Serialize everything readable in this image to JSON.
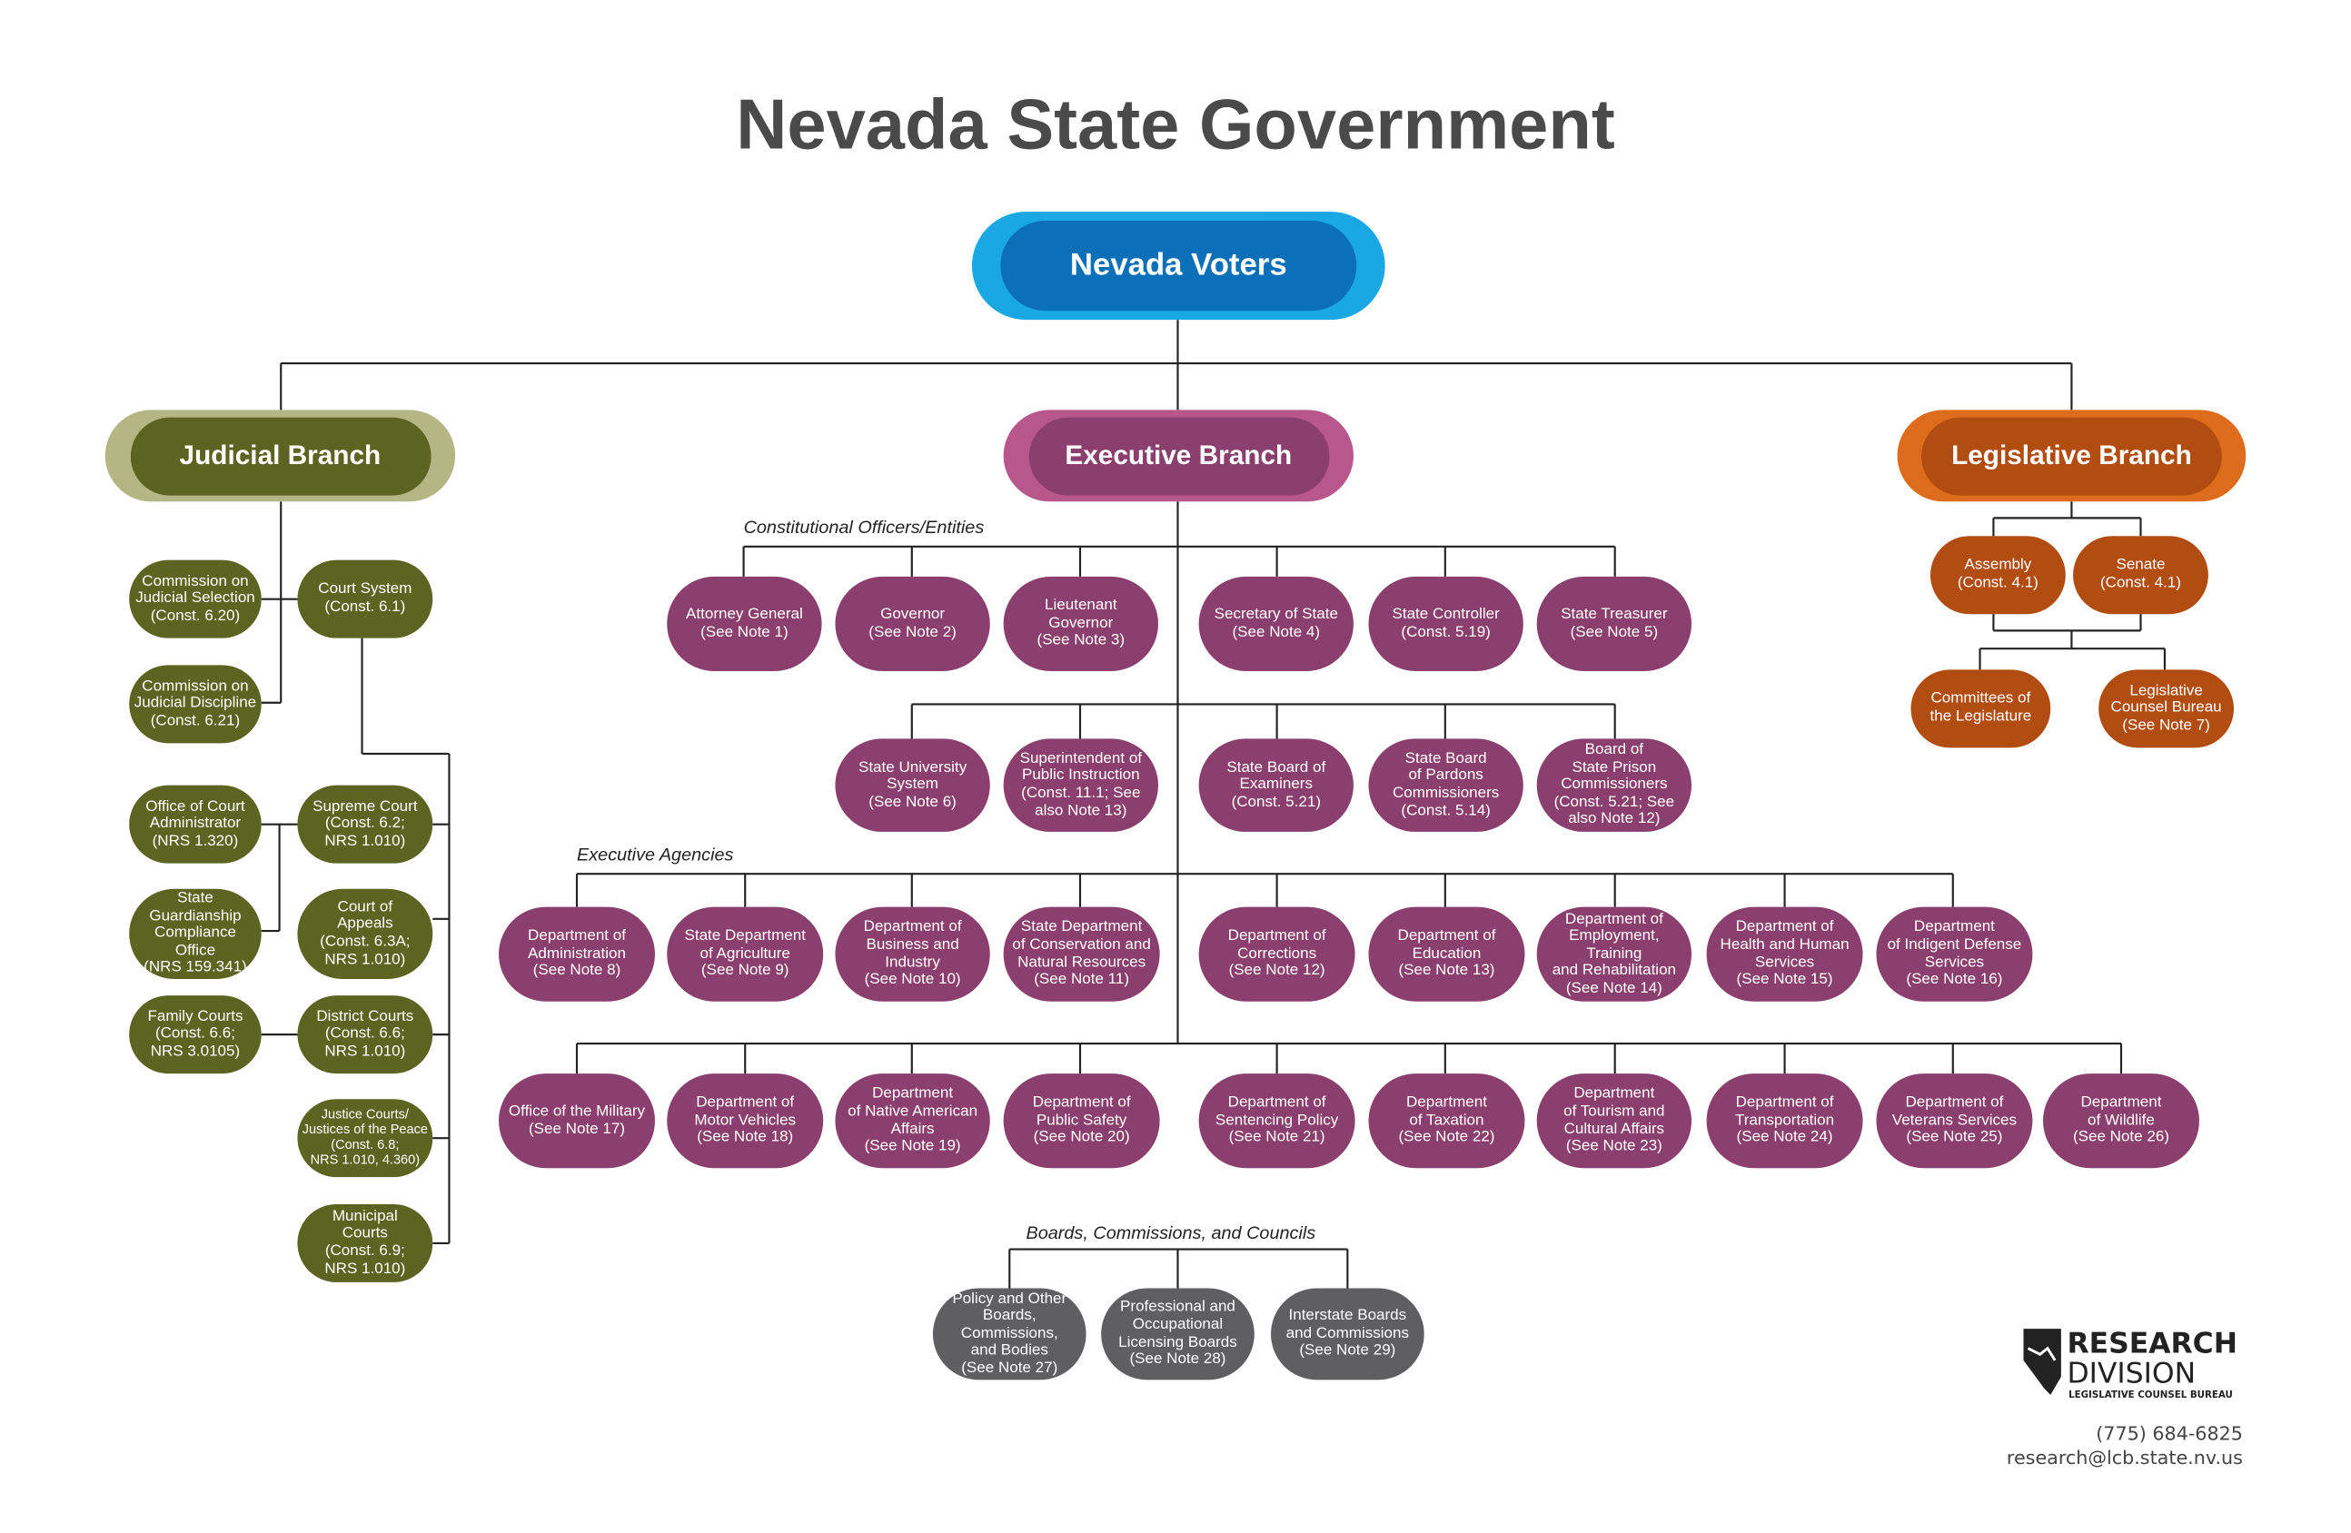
{
  "title": "Nevada State Government",
  "root": {
    "label": "Nevada Voters",
    "outer": "#19a8e4",
    "inner": "#0b70b8"
  },
  "branches": {
    "judicial": {
      "label": "Judicial Branch",
      "outer": "#b4b684",
      "inner": "#5d6421"
    },
    "executive": {
      "label": "Executive Branch",
      "outer": "#b8578c",
      "inner": "#8b3f6e"
    },
    "legislative": {
      "label": "Legislative Branch",
      "outer": "#dd6d1d",
      "inner": "#b24d12"
    }
  },
  "sections": {
    "constitutional": "Constitutional Officers/Entities",
    "agencies": "Executive Agencies",
    "boards": "Boards, Commissions, and Councils"
  },
  "judicial_nodes": [
    {
      "id": "commission-judicial-selection",
      "text": "Commission on\nJudicial Selection\n(Const. 6.20)"
    },
    {
      "id": "court-system",
      "text": "Court System\n(Const. 6.1)"
    },
    {
      "id": "commission-judicial-discipline",
      "text": "Commission on\nJudicial Discipline\n(Const. 6.21)"
    },
    {
      "id": "office-court-administrator",
      "text": "Office of Court\nAdministrator\n(NRS 1.320)"
    },
    {
      "id": "supreme-court",
      "text": "Supreme Court\n(Const. 6.2;\nNRS 1.010)"
    },
    {
      "id": "state-guardianship",
      "text": "State\nGuardianship\nCompliance Office\n(NRS 159.341)"
    },
    {
      "id": "court-of-appeals",
      "text": "Court of\nAppeals\n(Const. 6.3A;\nNRS 1.010)"
    },
    {
      "id": "family-courts",
      "text": "Family Courts\n(Const. 6.6;\nNRS 3.0105)"
    },
    {
      "id": "district-courts",
      "text": "District Courts\n(Const. 6.6;\nNRS 1.010)"
    },
    {
      "id": "justice-courts",
      "text": "Justice Courts/\nJustices of the Peace\n(Const. 6.8;\nNRS 1.010, 4.360)"
    },
    {
      "id": "municipal-courts",
      "text": "Municipal\nCourts\n(Const. 6.9;\nNRS 1.010)"
    }
  ],
  "constitutional_officers": [
    {
      "id": "attorney-general",
      "text": "Attorney General\n(See Note 1)"
    },
    {
      "id": "governor",
      "text": "Governor\n(See Note 2)"
    },
    {
      "id": "lieutenant-governor",
      "text": "Lieutenant\nGovernor\n(See Note 3)"
    },
    {
      "id": "secretary-of-state",
      "text": "Secretary of State\n(See Note 4)"
    },
    {
      "id": "state-controller",
      "text": "State Controller\n(Const. 5.19)"
    },
    {
      "id": "state-treasurer",
      "text": "State Treasurer\n(See Note 5)"
    }
  ],
  "constitutional_entities": [
    {
      "id": "state-university-system",
      "text": "State University\nSystem\n(See Note 6)"
    },
    {
      "id": "superintendent-public-instruction",
      "text": "Superintendent of\nPublic Instruction\n(Const. 11.1; See\nalso Note 13)"
    },
    {
      "id": "state-board-examiners",
      "text": "State Board of\nExaminers\n(Const. 5.21)"
    },
    {
      "id": "state-board-pardons",
      "text": "State Board\nof Pardons\nCommissioners\n(Const. 5.14)"
    },
    {
      "id": "board-prison-commissioners",
      "text": "Board of\nState Prison\nCommissioners\n(Const. 5.21; See\nalso Note 12)"
    }
  ],
  "agencies_row1": [
    {
      "id": "dept-administration",
      "text": "Department of\nAdministration\n(See Note 8)"
    },
    {
      "id": "dept-agriculture",
      "text": "State Department\nof Agriculture\n(See Note 9)"
    },
    {
      "id": "dept-business-industry",
      "text": "Department of\nBusiness and Industry\n(See Note 10)"
    },
    {
      "id": "dept-conservation",
      "text": "State Department\nof Conservation and\nNatural Resources\n(See Note 11)"
    },
    {
      "id": "dept-corrections",
      "text": "Department of\nCorrections\n(See Note 12)"
    },
    {
      "id": "dept-education",
      "text": "Department of\nEducation\n(See Note 13)"
    },
    {
      "id": "dept-employment",
      "text": "Department of\nEmployment, Training\nand Rehabilitation\n(See Note 14)"
    },
    {
      "id": "dept-health-human-services",
      "text": "Department of\nHealth and Human\nServices\n(See Note 15)"
    },
    {
      "id": "dept-indigent-defense",
      "text": "Department\nof Indigent Defense\nServices\n(See Note 16)"
    }
  ],
  "agencies_row2": [
    {
      "id": "office-military",
      "text": "Office of the Military\n(See Note 17)"
    },
    {
      "id": "dept-motor-vehicles",
      "text": "Department of\nMotor Vehicles\n(See Note 18)"
    },
    {
      "id": "dept-native-american",
      "text": "Department\nof Native American\nAffairs\n(See Note 19)"
    },
    {
      "id": "dept-public-safety",
      "text": "Department of\nPublic Safety\n(See Note 20)"
    },
    {
      "id": "dept-sentencing-policy",
      "text": "Department of\nSentencing Policy\n(See Note 21)"
    },
    {
      "id": "dept-taxation",
      "text": "Department\nof Taxation\n(See Note 22)"
    },
    {
      "id": "dept-tourism",
      "text": "Department\nof Tourism and\nCultural Affairs\n(See Note 23)"
    },
    {
      "id": "dept-transportation",
      "text": "Department of\nTransportation\n(See Note 24)"
    },
    {
      "id": "dept-veterans",
      "text": "Department of\nVeterans Services\n(See Note 25)"
    },
    {
      "id": "dept-wildlife",
      "text": "Department\nof Wildlife\n(See Note 26)"
    }
  ],
  "boards": [
    {
      "id": "policy-boards",
      "text": "Policy and Other\nBoards, Commissions,\nand Bodies\n(See Note 27)"
    },
    {
      "id": "licensing-boards",
      "text": "Professional and\nOccupational\nLicensing Boards\n(See Note 28)"
    },
    {
      "id": "interstate-boards",
      "text": "Interstate Boards\nand Commissions\n(See Note 29)"
    }
  ],
  "legislative_nodes": [
    {
      "id": "assembly",
      "text": "Assembly\n(Const. 4.1)"
    },
    {
      "id": "senate",
      "text": "Senate\n(Const. 4.1)"
    },
    {
      "id": "committees",
      "text": "Committees of\nthe Legislature"
    },
    {
      "id": "lcb",
      "text": "Legislative\nCounsel Bureau\n(See Note 7)"
    }
  ],
  "logo": {
    "line1": "RESEARCH",
    "line2": "DIVISION",
    "line3": "LEGISLATIVE COUNSEL BUREAU"
  },
  "contact": {
    "phone": "(775) 684-6825",
    "email": "research@lcb.state.nv.us"
  },
  "colors": {
    "executive": "#8b3f6e",
    "judicial": "#5d6421",
    "legislative": "#b24d12",
    "boards": "#5f5f62",
    "line": "#222222"
  }
}
